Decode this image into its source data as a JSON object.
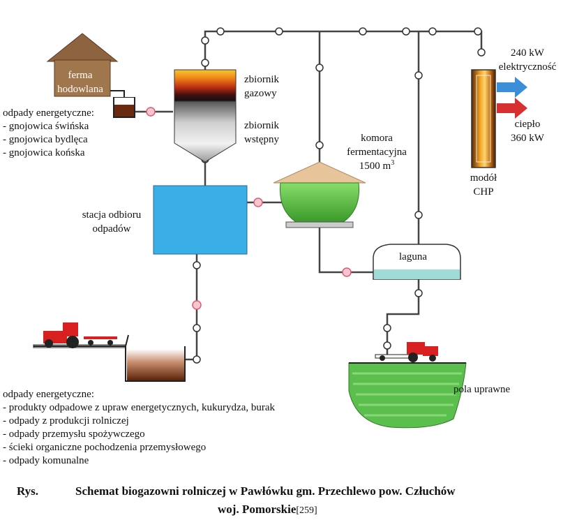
{
  "farm": {
    "label_line1": "ferma",
    "label_line2": "hodowlana"
  },
  "gas_tank": {
    "line1": "zbiornik",
    "line2": "gazowy"
  },
  "pre_tank": {
    "line1": "zbiornik",
    "line2": "wstępny"
  },
  "fermenter": {
    "line1": "komora",
    "line2": "fermentacyjna",
    "volume": "1500 m",
    "volume_sup": "3"
  },
  "receiving_station": {
    "line1": "stacja odbioru",
    "line2": "odpadów"
  },
  "lagoon": {
    "label": "laguna"
  },
  "chp": {
    "line1": "modół",
    "line2": "CHP"
  },
  "electric": {
    "value": "240 kW",
    "label": "elektryczność"
  },
  "heat": {
    "label": "ciepło",
    "value": "360 kW"
  },
  "fields": {
    "label": "pola uprawne"
  },
  "animal_waste": {
    "title": "odpady energetyczne:",
    "items": [
      "- gnojowica świńska",
      "- gnojowica bydlęca",
      "- gnojowica końska"
    ]
  },
  "other_waste": {
    "title": "odpady energetyczne:",
    "items": [
      "- produkty odpadowe z upraw energetycznych, kukurydza, burak",
      "- odpady z produkcji rolniczej",
      "- odpady przemysłu spożywczego",
      "- ścieki organiczne pochodzenia przemysłowego",
      "- odpady komunalne"
    ]
  },
  "caption": {
    "prefix": "Rys.",
    "line1": "Schemat biogazowni rolniczej w Pawłówku gm. Przechlewo pow. Człuchów",
    "line2": "woj. Pomorskie",
    "ref": "[259]"
  },
  "colors": {
    "pipe": "#444444",
    "valve_pink": "#e88a9a",
    "farm_house": "#a0764d",
    "station_water": "#3aaee6",
    "fermenter_green": "#55bb3a",
    "fermenter_roof": "#e8c49a",
    "lagoon_water": "#9fdcd8",
    "field_green": "#5bbf4e",
    "tractor_red": "#d82020",
    "electric_arrow": "#3b8fd8",
    "heat_arrow": "#d83030"
  }
}
